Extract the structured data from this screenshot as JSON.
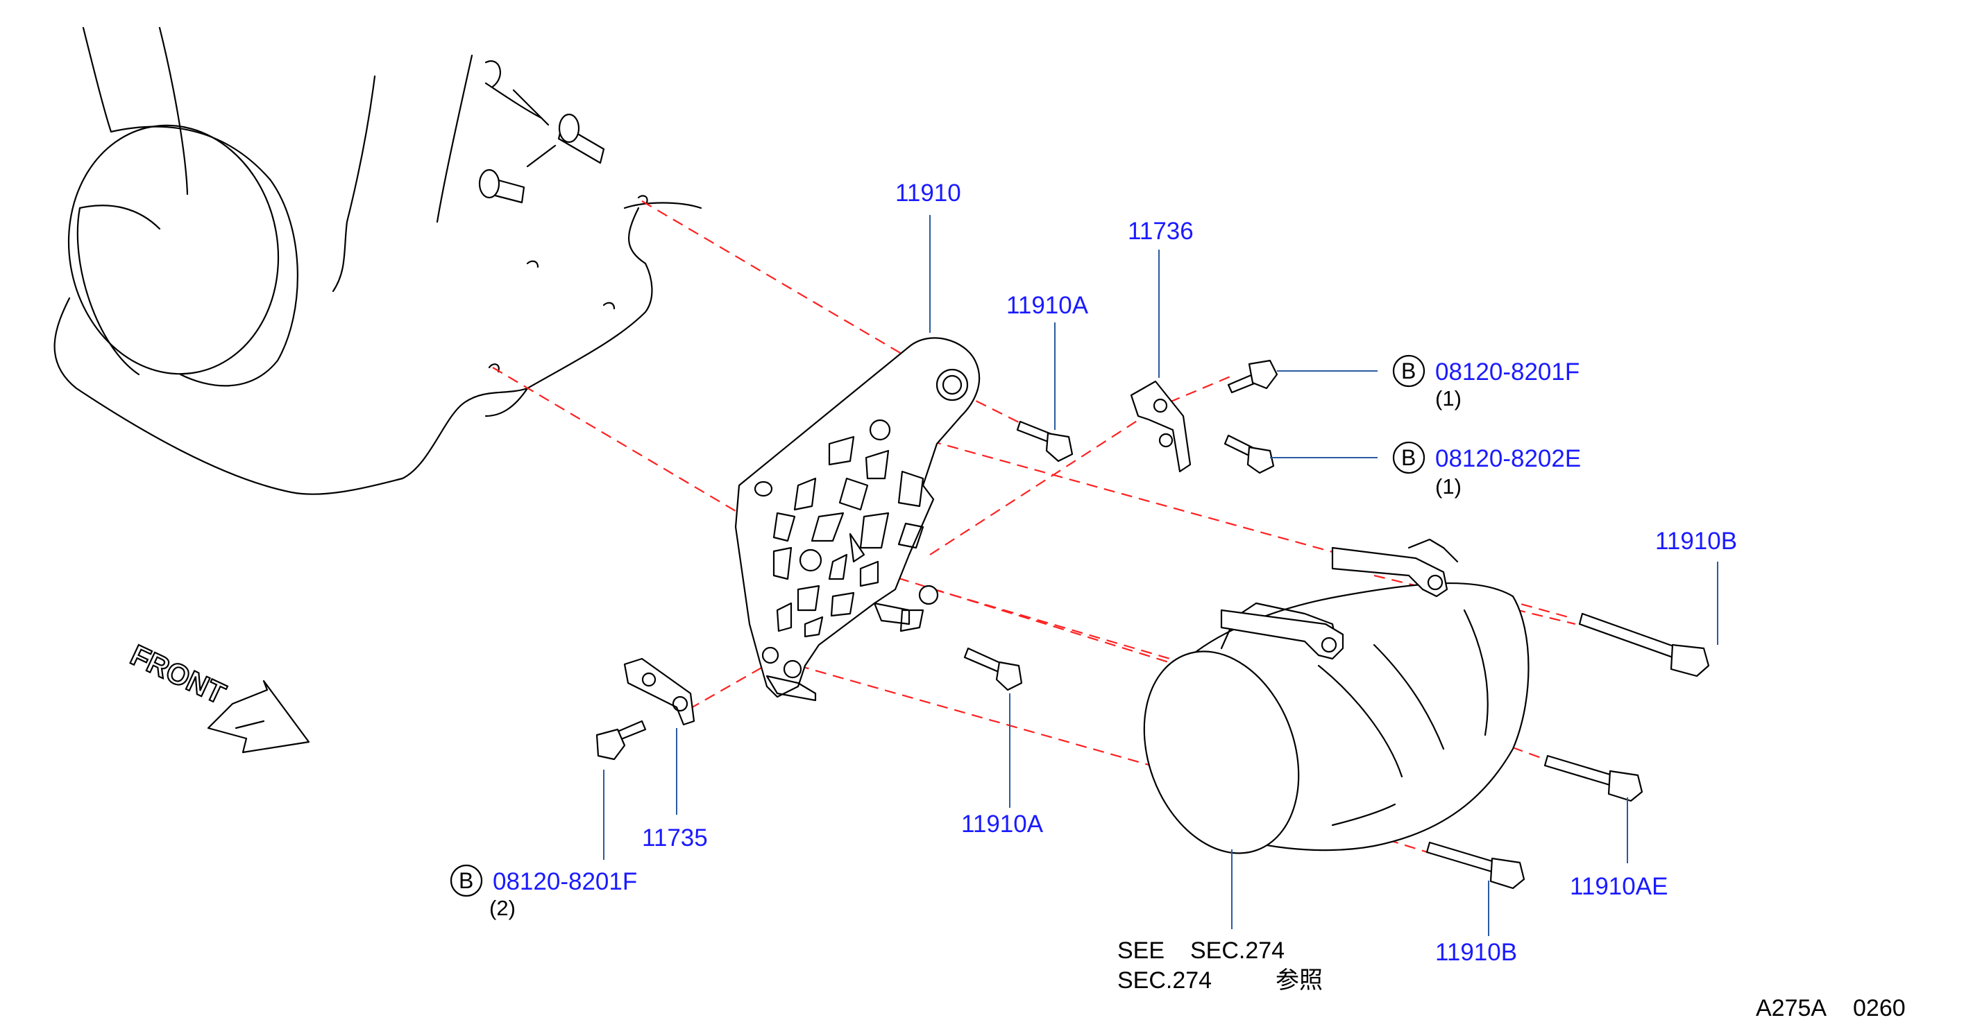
{
  "labels": {
    "bracket": "11910",
    "bracket_stud": "11736",
    "bolt_top": "11910A",
    "bolt_bottom": "11910A",
    "bolt_long_right": "11910B",
    "bolt_long_bottom": "11910B",
    "bolt_ae": "11910AE",
    "small_bracket": "11735",
    "fastener_1": "08120-8201F",
    "fastener_1_qty": "(1)",
    "fastener_2": "08120-8202E",
    "fastener_2_qty": "(1)",
    "fastener_3": "08120-8201F",
    "fastener_3_qty": "(2)",
    "b_marker": "B"
  },
  "note": {
    "line1_a": "SEE",
    "line1_b": "SEC.274",
    "line2_a": "SEC.274",
    "line2_b": "参照"
  },
  "front_label": "FRONT",
  "footer": {
    "code": "A275A",
    "number": "0260"
  },
  "colors": {
    "label": "#1a1aff",
    "leader": "#2a5aa0",
    "hidden_line": "#ff2020"
  }
}
